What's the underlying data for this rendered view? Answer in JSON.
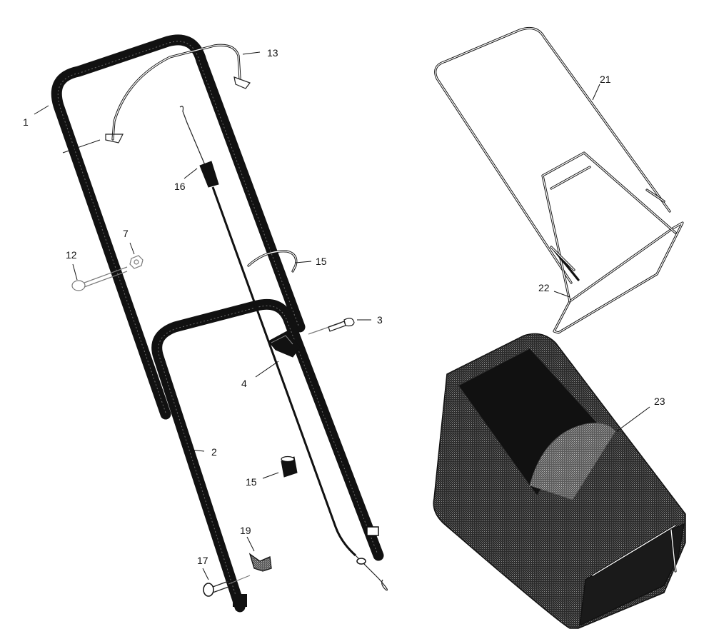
{
  "callouts": [
    {
      "id": "1",
      "text": "1"
    },
    {
      "id": "2",
      "text": "2"
    },
    {
      "id": "3",
      "text": "3"
    },
    {
      "id": "4",
      "text": "4"
    },
    {
      "id": "7",
      "text": "7"
    },
    {
      "id": "12",
      "text": "12"
    },
    {
      "id": "13",
      "text": "13"
    },
    {
      "id": "15a",
      "text": "15"
    },
    {
      "id": "15b",
      "text": "15"
    },
    {
      "id": "16",
      "text": "16"
    },
    {
      "id": "17",
      "text": "17"
    },
    {
      "id": "19",
      "text": "19"
    },
    {
      "id": "21",
      "text": "21"
    },
    {
      "id": "22",
      "text": "22"
    },
    {
      "id": "23",
      "text": "23"
    }
  ],
  "colors": {
    "line": "#111111",
    "paper": "#ffffff",
    "fabric": "#2a2a2a"
  }
}
